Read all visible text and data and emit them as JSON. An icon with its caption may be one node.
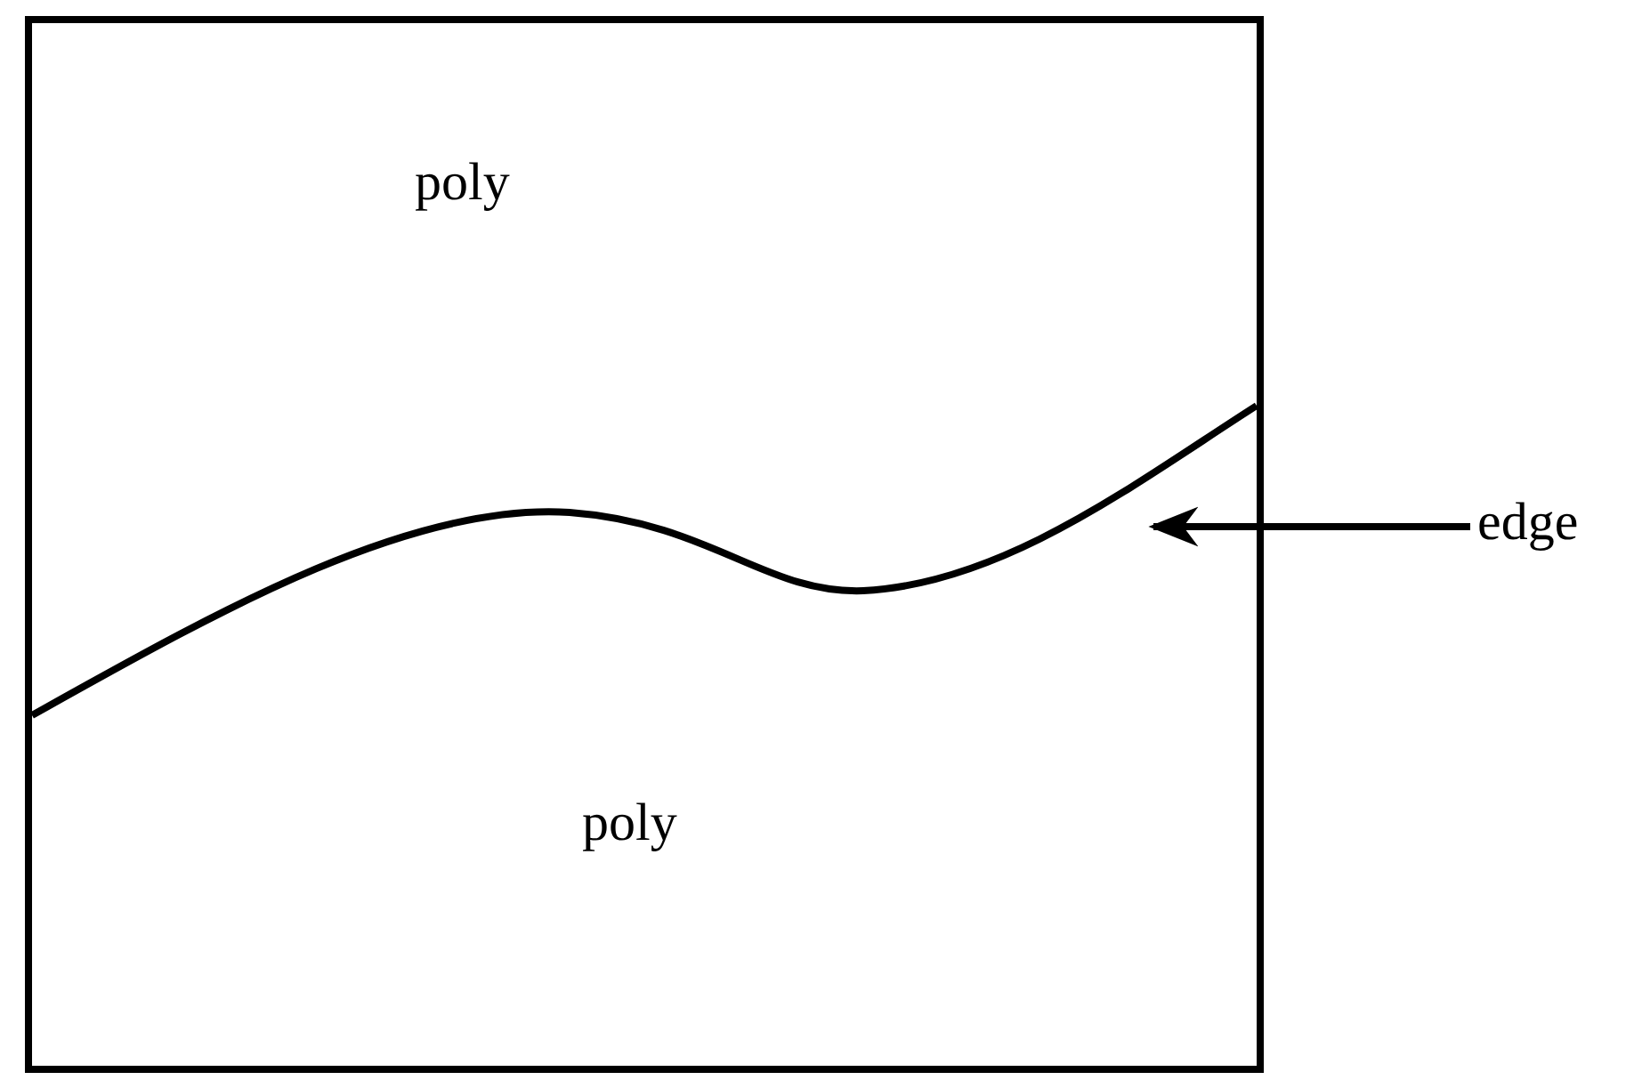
{
  "diagram": {
    "nodes": [
      {
        "text": [
          "poly"
        ]
      },
      {
        "text": [
          "poly"
        ]
      },
      {
        "text": [
          "edge"
        ]
      },
      {
        "text": [],
        "shape": "curve"
      }
    ],
    "edges": [
      {
        "from": 2,
        "to": 3,
        "arrow": "to"
      }
    ]
  }
}
